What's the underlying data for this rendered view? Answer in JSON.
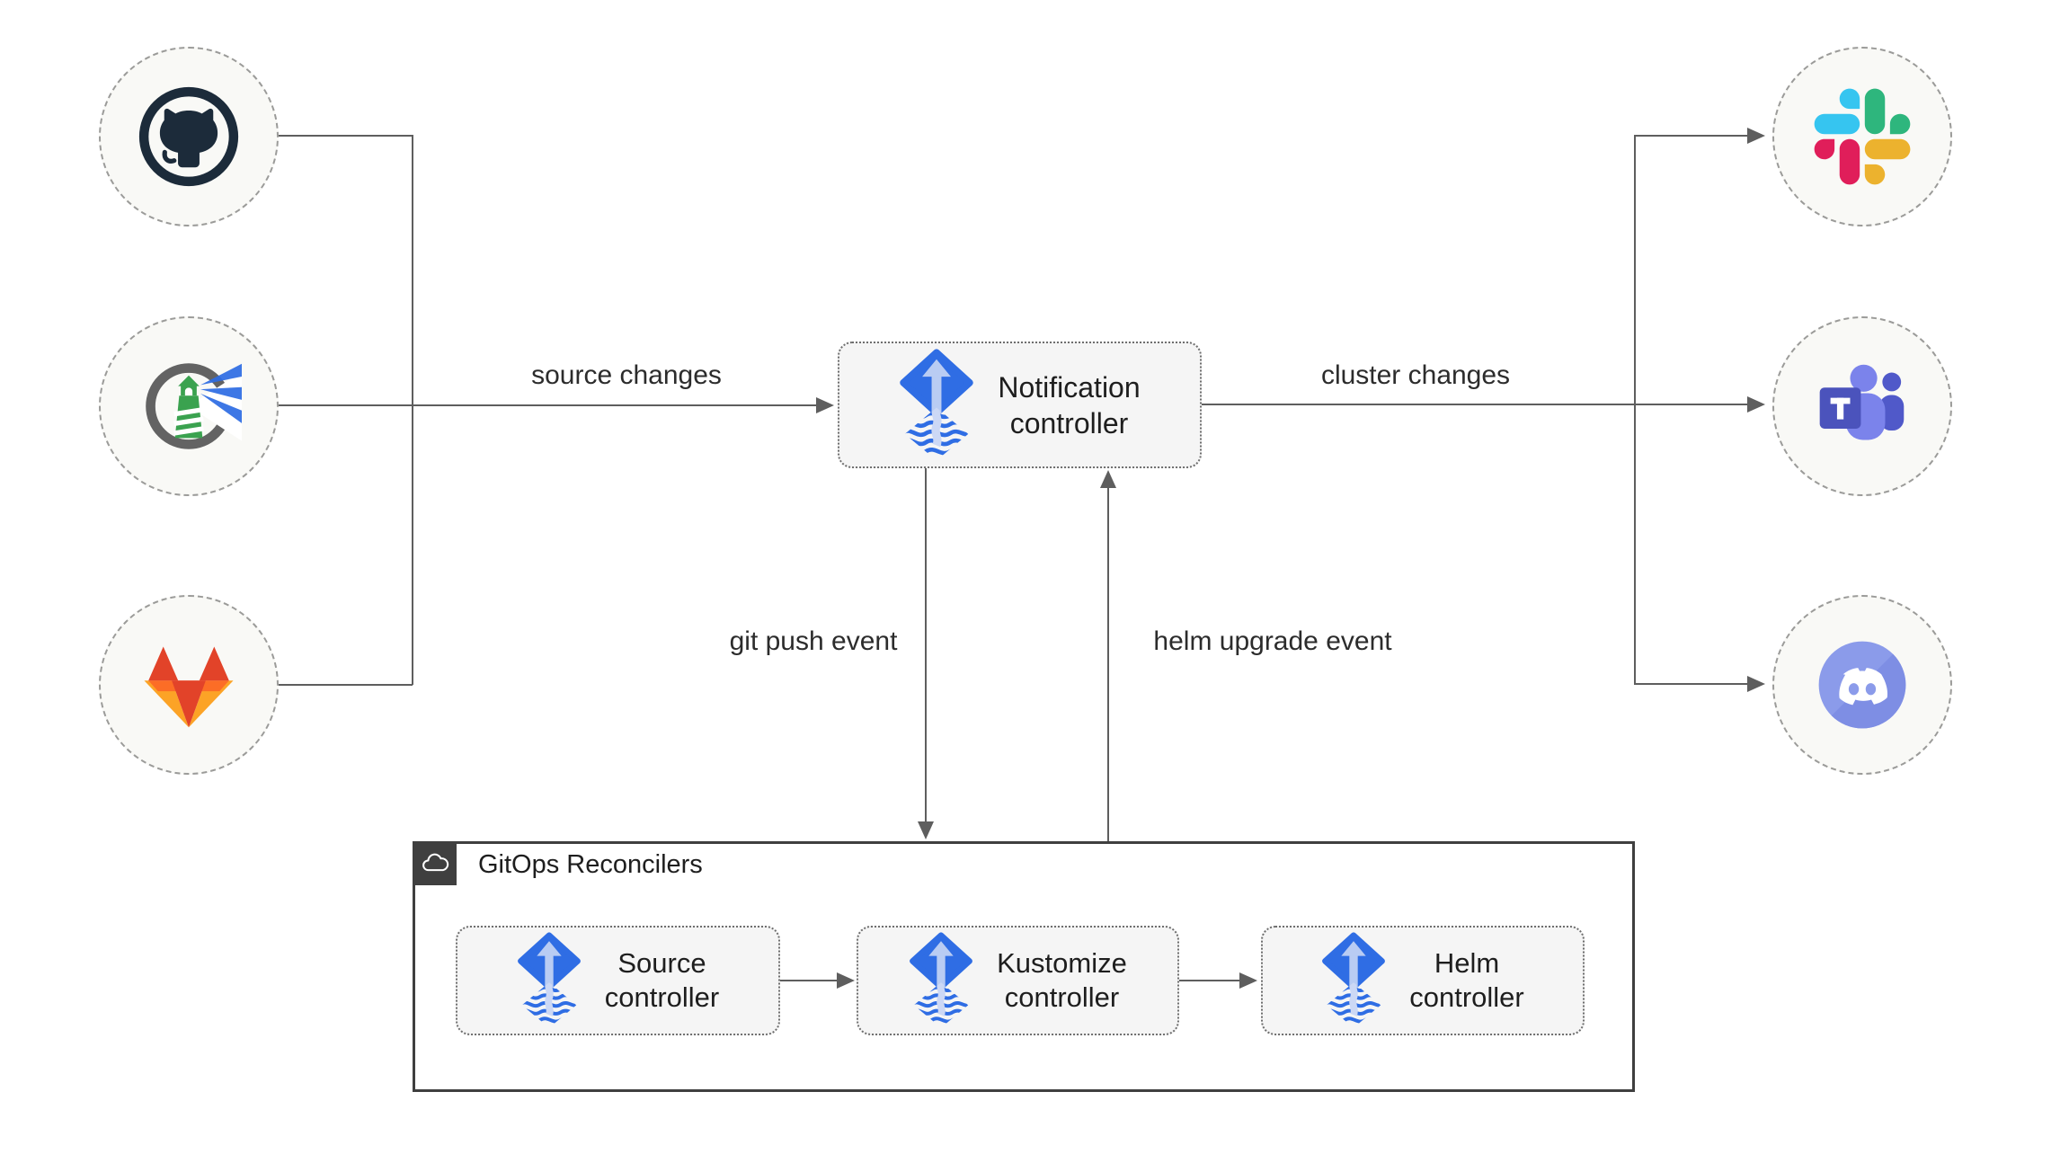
{
  "nodes": {
    "notification": {
      "line1": "Notification",
      "line2": "controller"
    },
    "source": {
      "line1": "Source",
      "line2": "controller"
    },
    "kustomize": {
      "line1": "Kustomize",
      "line2": "controller"
    },
    "helm": {
      "line1": "Helm",
      "line2": "controller"
    }
  },
  "edge_labels": {
    "source_changes": "source changes",
    "cluster_changes": "cluster changes",
    "git_push_event": "git push event",
    "helm_upgrade_event": "helm upgrade event"
  },
  "group": {
    "label": "GitOps Reconcilers"
  },
  "providers": {
    "sources": [
      {
        "icon": "github-icon"
      },
      {
        "icon": "harbor-icon"
      },
      {
        "icon": "gitlab-icon"
      }
    ],
    "notifiers": [
      {
        "icon": "slack-icon"
      },
      {
        "icon": "microsoft-teams-icon"
      },
      {
        "icon": "discord-icon"
      }
    ]
  },
  "colors": {
    "line": "#5e5e5e",
    "node_fill": "#f5f5f5",
    "circle_fill": "#f9f9f6",
    "flux_blue": "#2f6de4",
    "flux_light": "#b9ccf3",
    "badge": "#3f3f3f",
    "github": "#1c2b3a",
    "harbor_green": "#3aa24f",
    "gitlab_red": "#e24329",
    "gitlab_amber": "#fca326",
    "slack_blue": "#36c5f0",
    "slack_green": "#2eb67d",
    "slack_red": "#e01e5a",
    "slack_yellow": "#ecb22e",
    "teams_purple": "#4b53bc",
    "discord_blurple": "#8b9bea"
  }
}
